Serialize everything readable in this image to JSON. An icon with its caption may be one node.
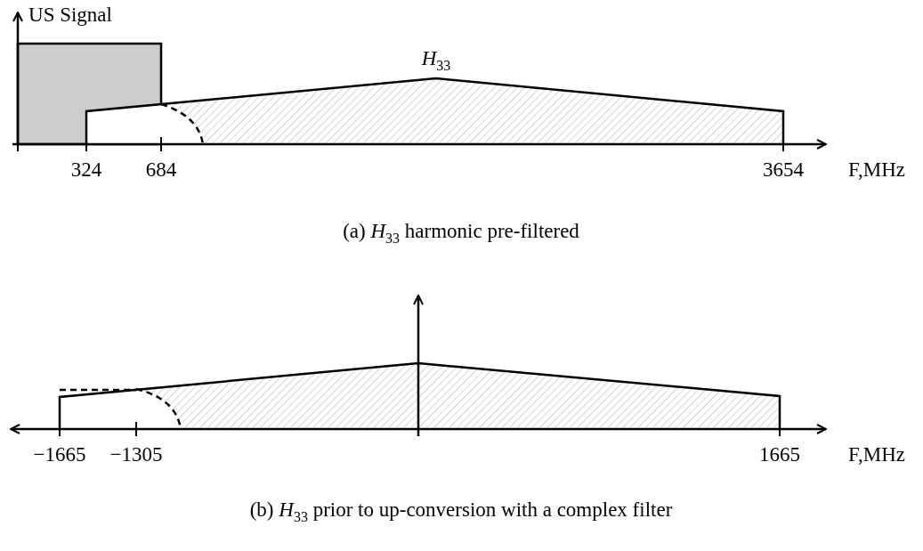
{
  "diagram": {
    "labels": [
      "US Signal",
      "*H*$_{33}$",
      "324",
      "684",
      "3654",
      "F,MHz",
      "(a) *H*$_{33}$ harmonic pre-filtered",
      "−1665",
      "−1305",
      "1665",
      "F,MHz",
      "(b) *H*$_{33}$ prior to up-conversion with a complex filter"
    ]
  }
}
